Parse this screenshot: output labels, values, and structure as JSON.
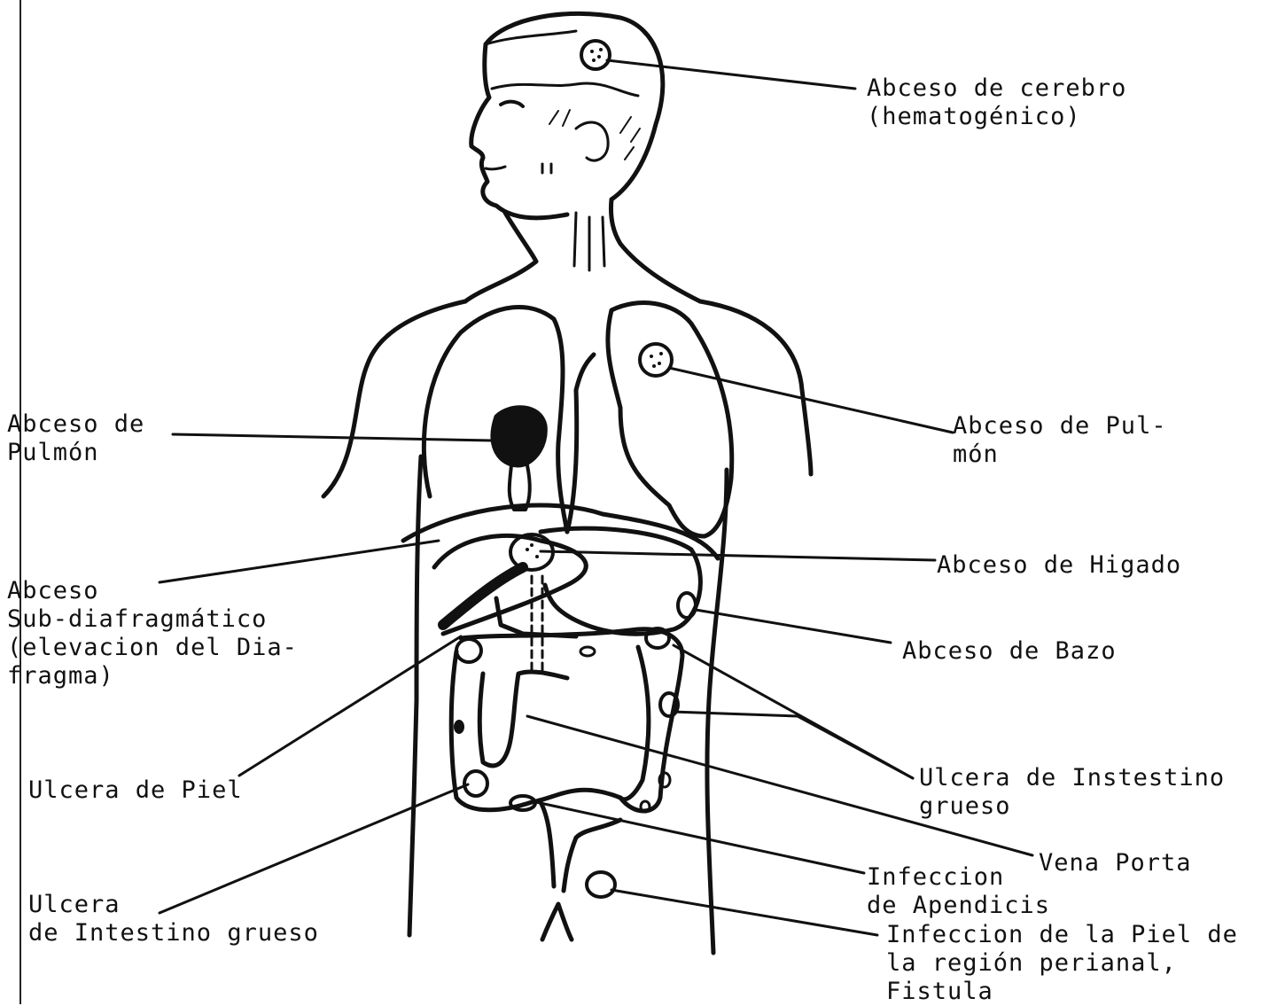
{
  "labels": {
    "brain": {
      "line1": "Abceso de cerebro",
      "line2": "(hematogénico)"
    },
    "lung_left": {
      "line1": "Abceso de",
      "line2": "Pulmón"
    },
    "lung_right": {
      "line1": "Abceso de Pul-",
      "line2": "món"
    },
    "liver": {
      "line1": "Abceso de Higado"
    },
    "subdiaphragm": {
      "line1": "Abceso",
      "line2": "Sub-diafragmático",
      "line3": "(elevacion del Dia-",
      "line4": "fragma)"
    },
    "spleen": {
      "line1": "Abceso de Bazo"
    },
    "skin_ulcer": {
      "line1": "Ulcera de Piel"
    },
    "colon_ulcer_right": {
      "line1": "Ulcera de Instestino",
      "line2": "grueso"
    },
    "portal_vein": {
      "line1": "Vena Porta"
    },
    "appendix": {
      "line1": "Infeccion",
      "line2": "de Apendicis"
    },
    "colon_ulcer_left": {
      "line1": "Ulcera",
      "line2": "de Intestino grueso"
    },
    "perianal": {
      "line1": "Infeccion de la Piel de",
      "line2": "la región perianal,",
      "line3": "Fistula"
    }
  },
  "colors": {
    "ink": "#111111",
    "paper": "#ffffff"
  }
}
